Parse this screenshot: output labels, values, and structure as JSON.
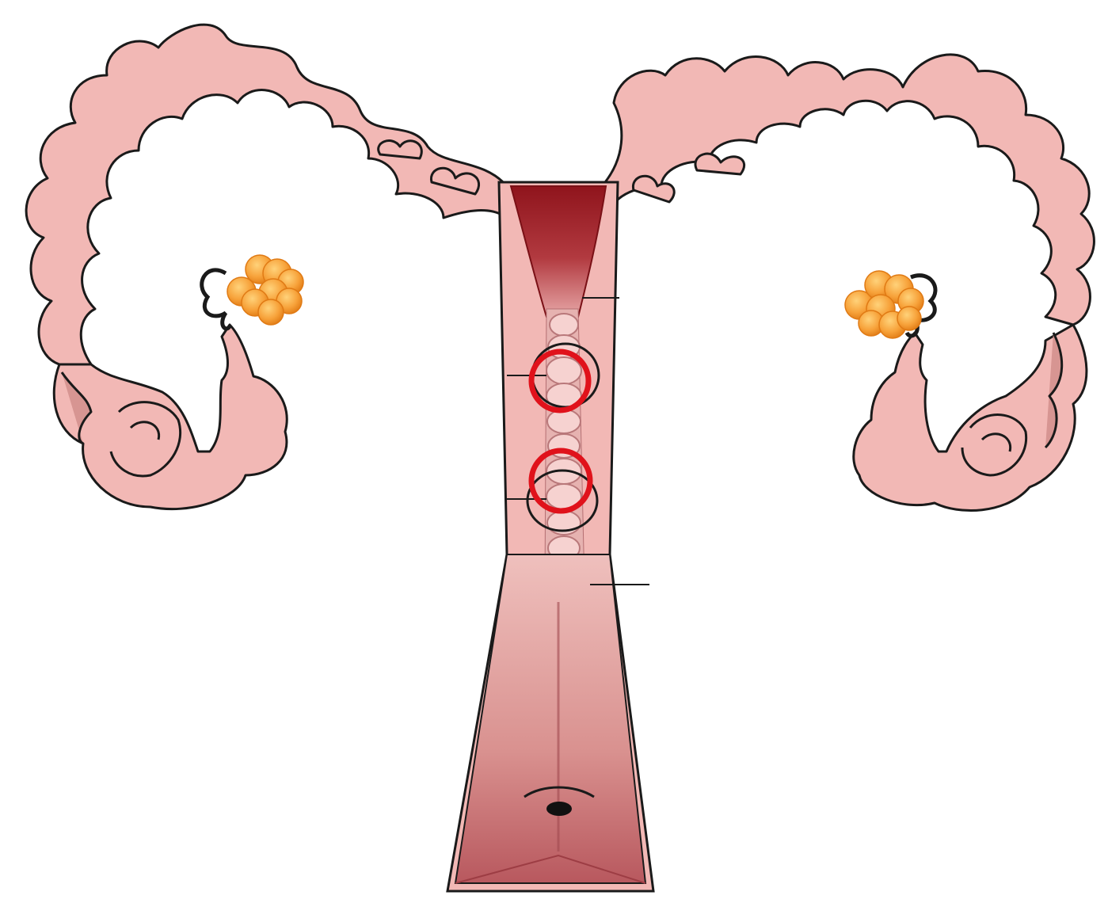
{
  "diagram": {
    "subject": "uterus-oviducts-ovaries-anatomy",
    "structures": [
      {
        "id": "left-oviduct",
        "kind": "coiled tube"
      },
      {
        "id": "right-oviduct",
        "kind": "coiled tube"
      },
      {
        "id": "left-ovary-follicles",
        "kind": "follicle cluster"
      },
      {
        "id": "right-ovary-follicles",
        "kind": "follicle cluster"
      },
      {
        "id": "uterine-body",
        "kind": "tapered chamber"
      },
      {
        "id": "cervix-rings",
        "kind": "stacked rings"
      },
      {
        "id": "vagina",
        "kind": "tapered tube"
      }
    ],
    "label_lines": 4,
    "marked_sites": 2
  },
  "colors": {
    "tissue": "#f2b8b5",
    "tissue_dark": "#d79592",
    "lumen_blood": "#9e1c22",
    "lumen_inner": "#c96f73",
    "follicle": "#f59a2b",
    "follicle_light": "#ffc05a",
    "outline": "#1a1a1a",
    "marker": "#e0121b"
  }
}
